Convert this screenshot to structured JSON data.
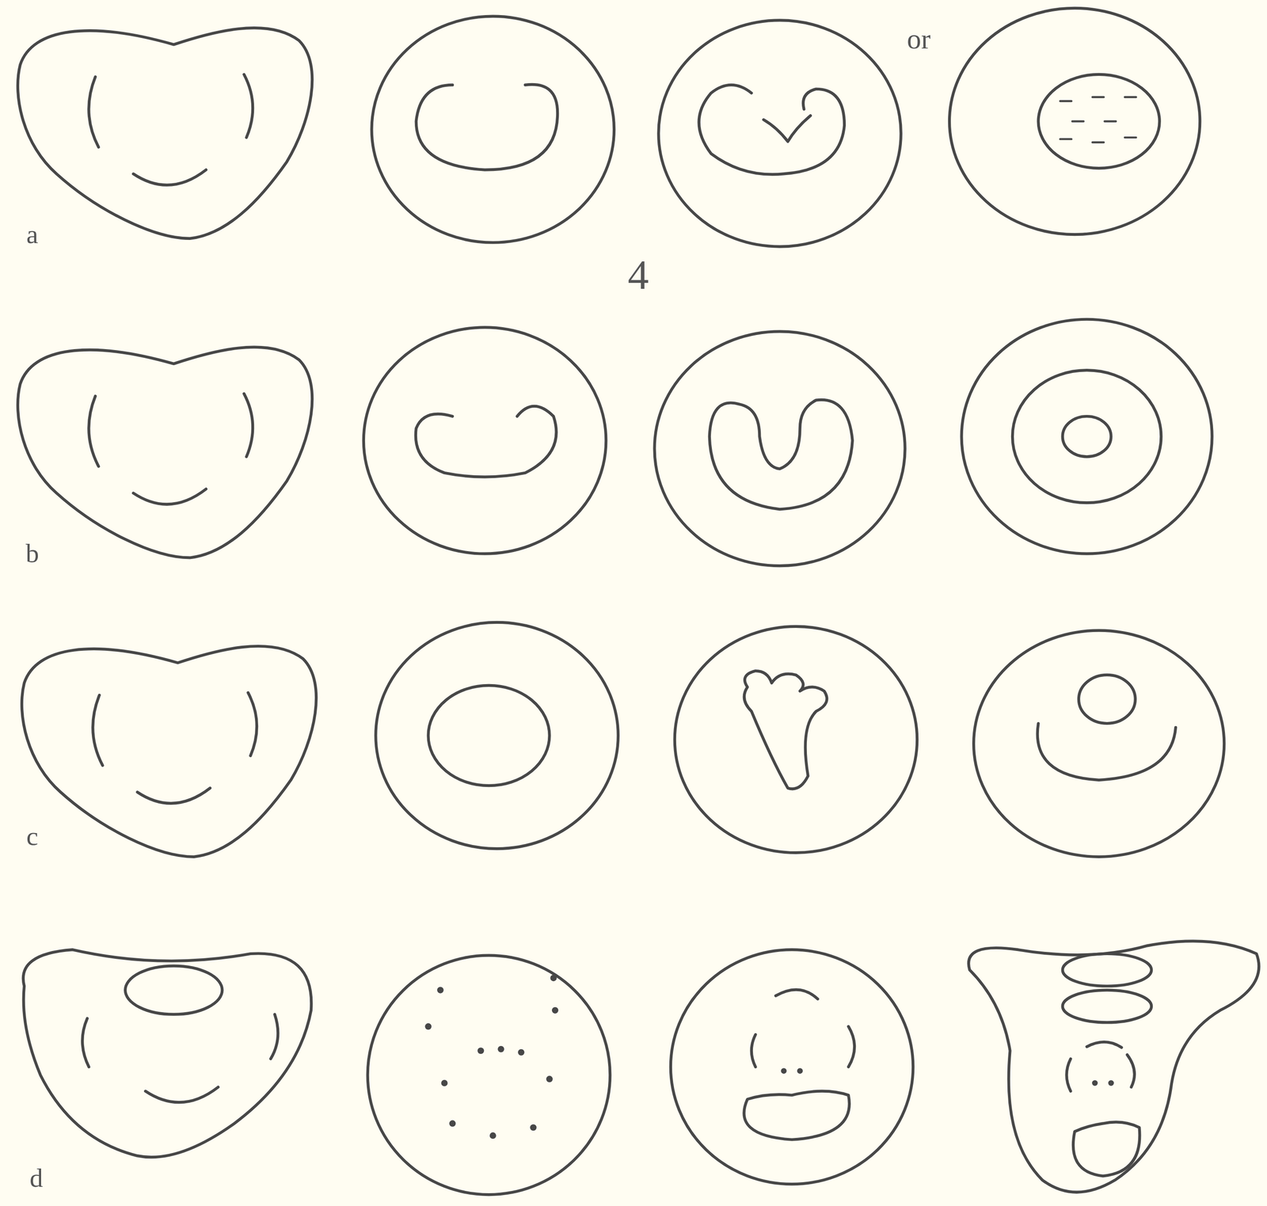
{
  "diagram": {
    "labels": [
      "or",
      "a",
      "4",
      "b",
      "c",
      "d"
    ]
  }
}
